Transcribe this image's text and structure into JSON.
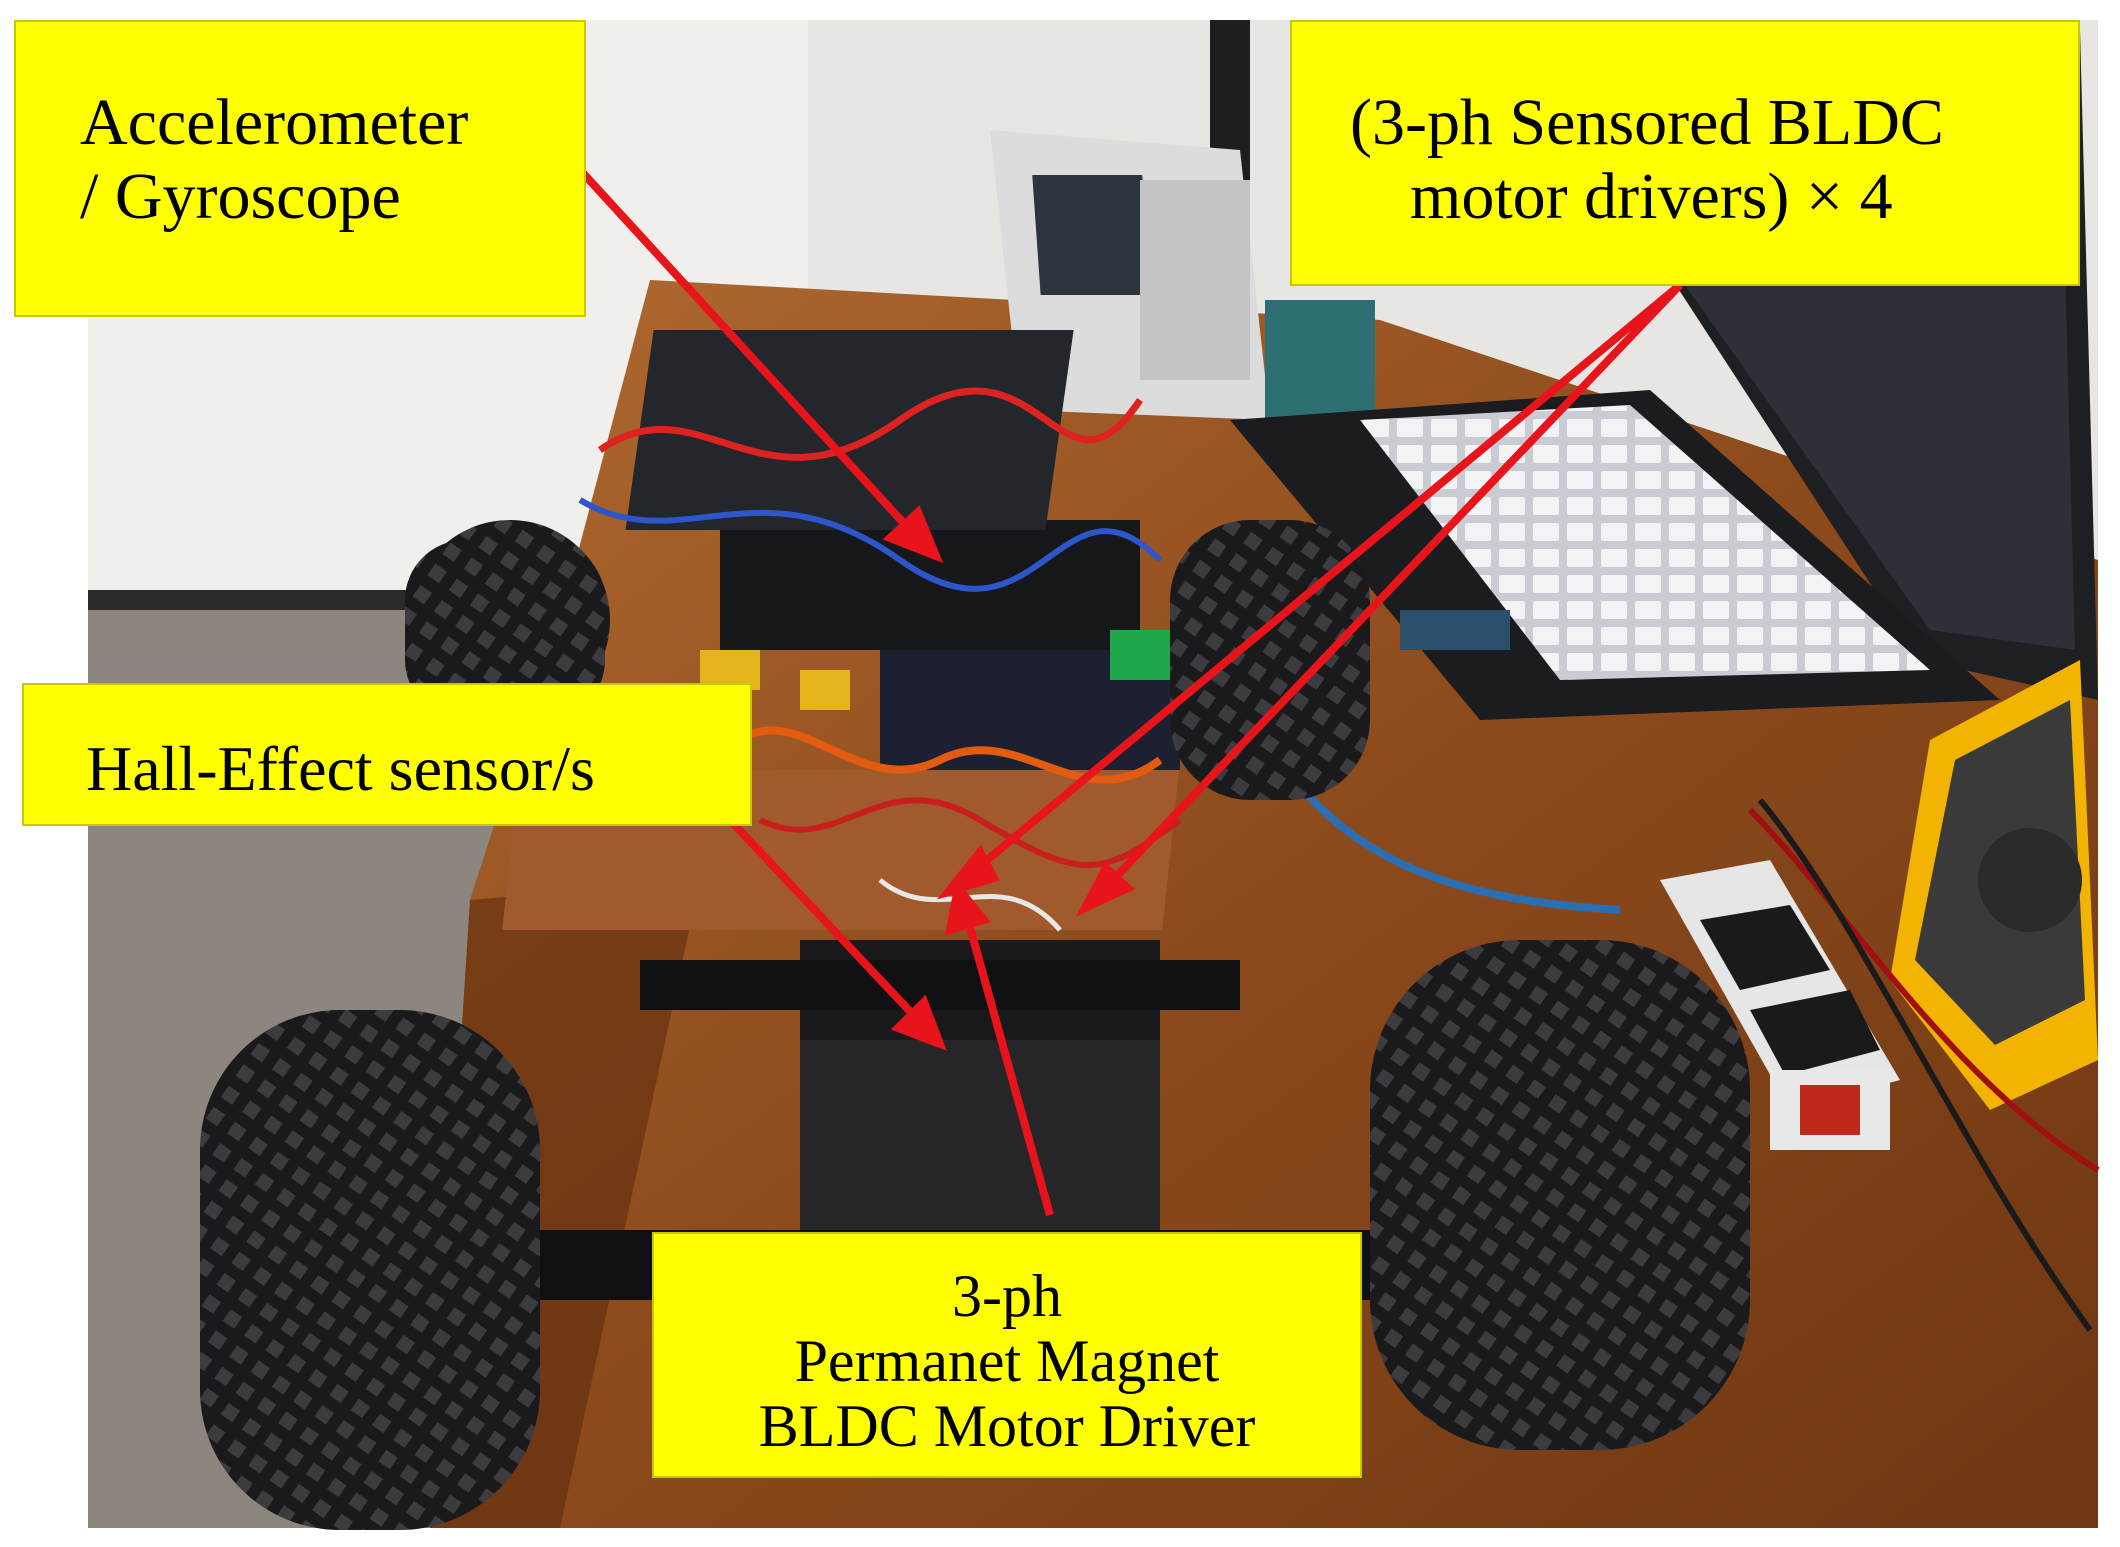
{
  "labels": {
    "accelerometer": {
      "line1": "Accelerometer",
      "line2": "/ Gyroscope"
    },
    "bldc_drivers": {
      "line1": "(3-ph Sensored BLDC",
      "line2": "motor drivers) × 4"
    },
    "hall_effect": {
      "line1": "Hall-Effect sensor/s"
    },
    "motor_driver": {
      "line1": "3-ph",
      "line2": "Permanet Magnet",
      "line3": "BLDC Motor Driver"
    }
  },
  "colors": {
    "label_fill": "#ffff00",
    "arrow": "#e8141c",
    "wood": "#8a4a1e",
    "tire": "#1c1c1e"
  }
}
